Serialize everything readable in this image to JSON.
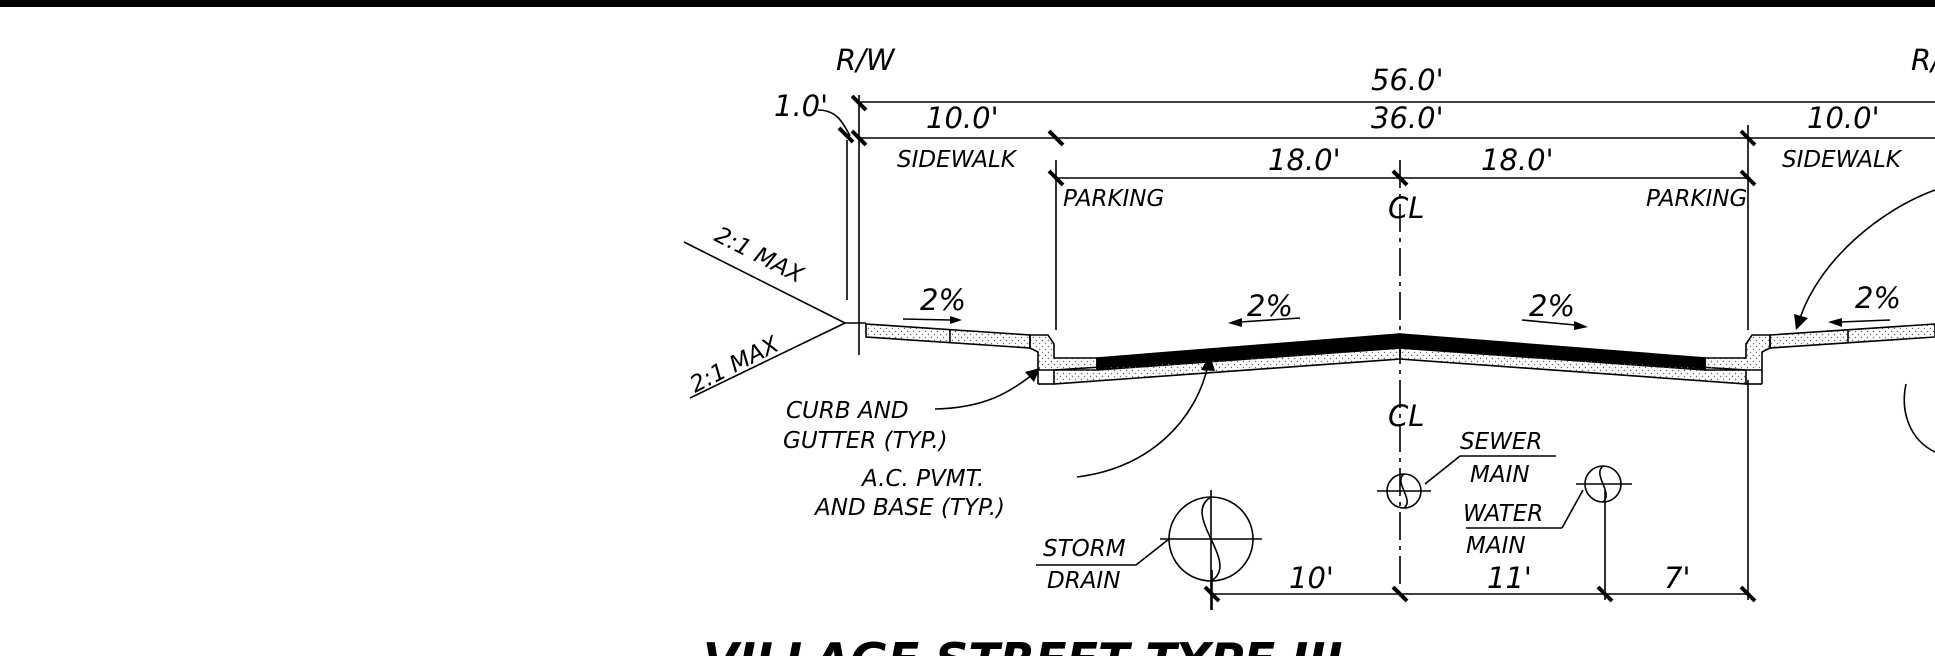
{
  "drawing": {
    "title": "VILLAGE STREET TYPE III",
    "labels": {
      "rw_left": "R/W",
      "rw_right": "R/W",
      "offset": "1.0'",
      "total_width": "56.0'",
      "roadway_width": "36.0'",
      "sidewalk_width_left": "10.0'",
      "sidewalk_width_right": "10.0'",
      "sidewalk_left": "SIDEWALK",
      "sidewalk_right": "SIDEWALK",
      "half_left": "18.0'",
      "half_right": "18.0'",
      "parking_left": "PARKING",
      "parking_right": "PARKING",
      "centerline_top": "CL",
      "centerline_bottom": "CL",
      "slope_upper": "2:1 MAX",
      "slope_lower": "2:1 MAX",
      "cross_slope_walk_left": "2%",
      "cross_slope_left": "2%",
      "cross_slope_right": "2%",
      "cross_slope_walk_right": "2%",
      "curb_line1": "CURB AND",
      "curb_line2": "GUTTER (TYP.)",
      "pvmt_line1": "A.C. PVMT.",
      "pvmt_line2": "AND BASE (TYP.)",
      "sewer_line1": "SEWER",
      "sewer_line2": "MAIN",
      "water_line1": "WATER",
      "water_line2": "MAIN",
      "storm_line1": "STORM",
      "storm_line2": "DRAIN",
      "util_dim_1": "10'",
      "util_dim_2": "11'",
      "util_dim_3": "7'"
    }
  }
}
